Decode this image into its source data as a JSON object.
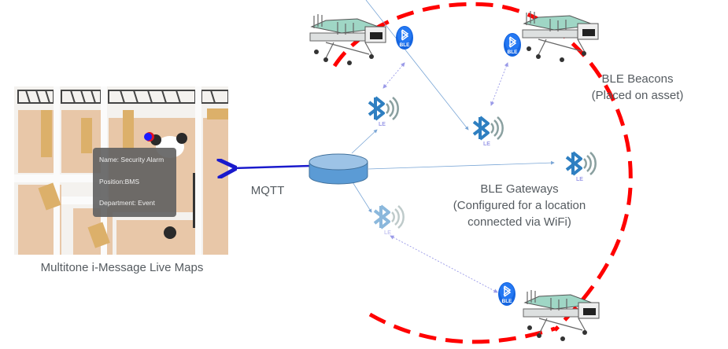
{
  "map_panel": {
    "caption": "Multitone i-Message  Live Maps",
    "tooltip": {
      "name": "Name: Security Alarm",
      "position": "Position:BMS",
      "department": "Department: Event"
    },
    "marker_colors": {
      "fill": "#1a1aff",
      "ring": "#e01020"
    }
  },
  "link": {
    "label": "MQTT",
    "color": "#1a1acc"
  },
  "server": {
    "icon": "database-cylinder-icon",
    "color": "#5b9bd5"
  },
  "gateways": {
    "title": "BLE Gateways",
    "line1": "(Configured for a location",
    "line2": "connected via WiFi)",
    "badge": "LE",
    "count": 4
  },
  "beacons": {
    "title": "BLE Beacons",
    "subtitle": "(Placed on asset)",
    "badge": "BLE",
    "count": 3
  },
  "zone_boundary": {
    "color": "#ff0000",
    "style": "dashed"
  },
  "colors": {
    "bluetooth": "#2e7fc1",
    "text": "#555b60"
  }
}
